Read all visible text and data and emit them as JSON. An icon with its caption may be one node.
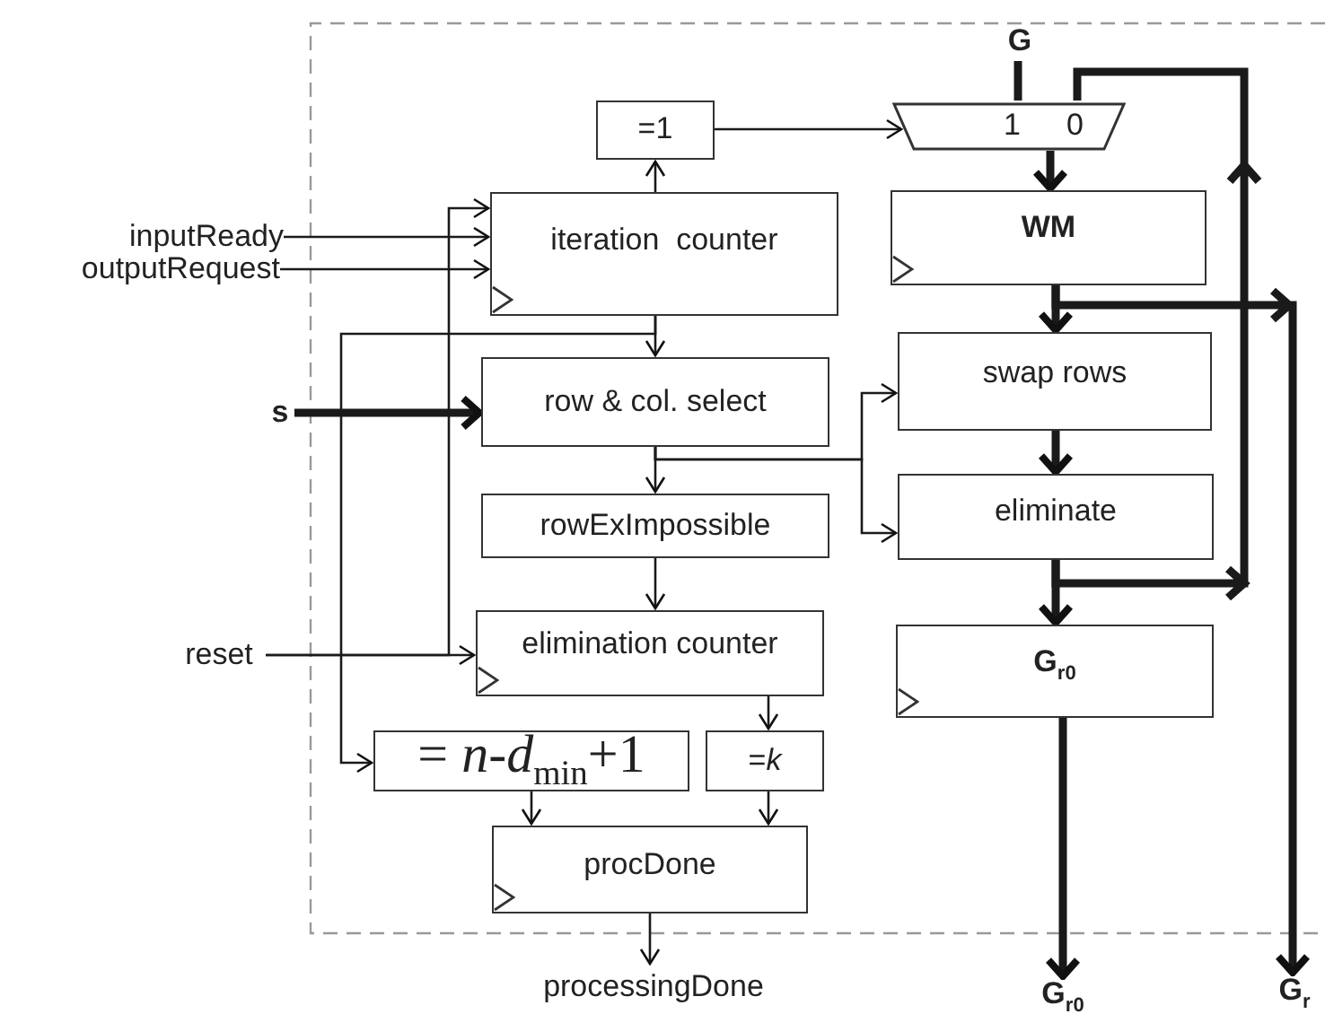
{
  "diagram": {
    "nodes": [
      {
        "text": [
          "G"
        ]
      },
      {
        "text": [
          "=1"
        ]
      },
      {
        "text": [
          "1",
          "0"
        ]
      },
      {
        "text": [
          "inputReady"
        ]
      },
      {
        "text": [
          "outputRequest"
        ]
      },
      {
        "text": [
          "iteration  counter"
        ]
      },
      {
        "text": [
          "WM"
        ]
      },
      {
        "text": [
          "s"
        ]
      },
      {
        "text": [
          "row & col. select"
        ]
      },
      {
        "text": [
          "swap rows"
        ]
      },
      {
        "text": [
          "rowExImpossible"
        ]
      },
      {
        "text": [
          "eliminate"
        ]
      },
      {
        "text": [
          "reset"
        ]
      },
      {
        "text": [
          "elimination counter"
        ]
      },
      {
        "text": [
          "G$_{r0}$"
        ]
      },
      {
        "text": [
          "= *n*-*d*$_{min}$+1"
        ]
      },
      {
        "text": [
          "=*k*"
        ]
      },
      {
        "text": [
          "procDone"
        ]
      },
      {
        "text": [
          "processingDone"
        ]
      },
      {
        "text": [
          "G$_{r0}$"
        ]
      },
      {
        "text": [
          "G$_{r}$"
        ]
      }
    ],
    "edges": [
      {
        "from": 0,
        "to": 2,
        "arrow": "none",
        "style": "thick"
      },
      {
        "from": 1,
        "to": 2,
        "arrow": "to"
      },
      {
        "from": 2,
        "to": 6,
        "arrow": "to",
        "style": "thick"
      },
      {
        "from": 6,
        "to": 9,
        "arrow": "to",
        "style": "thick"
      },
      {
        "from": 6,
        "to": 20,
        "arrow": "to",
        "style": "thick"
      },
      {
        "from": 9,
        "to": 11,
        "arrow": "to",
        "style": "thick"
      },
      {
        "from": 11,
        "to": 14,
        "arrow": "to",
        "style": "thick"
      },
      {
        "from": 11,
        "to": 2,
        "arrow": "to",
        "style": "thick"
      },
      {
        "from": 14,
        "to": 19,
        "arrow": "to",
        "style": "thick"
      },
      {
        "from": 3,
        "to": 5,
        "arrow": "to"
      },
      {
        "from": 4,
        "to": 5,
        "arrow": "to"
      },
      {
        "from": 5,
        "to": 1,
        "arrow": "to"
      },
      {
        "from": 5,
        "to": 8,
        "arrow": "to"
      },
      {
        "from": 5,
        "to": 15,
        "arrow": "to"
      },
      {
        "from": 7,
        "to": 8,
        "arrow": "to",
        "style": "thick"
      },
      {
        "from": 8,
        "to": 9,
        "arrow": "to"
      },
      {
        "from": 8,
        "to": 11,
        "arrow": "to"
      },
      {
        "from": 8,
        "to": 10,
        "arrow": "to"
      },
      {
        "from": 12,
        "to": 13,
        "arrow": "to"
      },
      {
        "from": 12,
        "to": 5,
        "arrow": "to"
      },
      {
        "from": 10,
        "to": 13,
        "arrow": "to"
      },
      {
        "from": 13,
        "to": 16,
        "arrow": "to"
      },
      {
        "from": 15,
        "to": 17,
        "arrow": "to"
      },
      {
        "from": 16,
        "to": 17,
        "arrow": "to"
      },
      {
        "from": 17,
        "to": 18,
        "arrow": "to"
      }
    ]
  }
}
